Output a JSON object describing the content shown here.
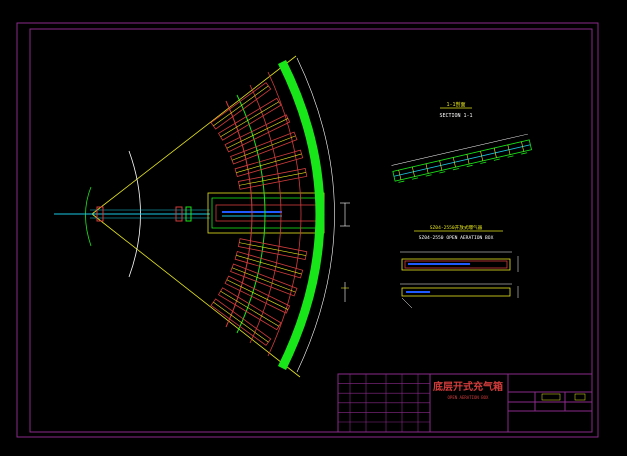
{
  "colors": {
    "background": "#000000",
    "frame": "#8a2a8a",
    "green": "#19e619",
    "red": "#d23c3c",
    "yellow": "#e6e61e",
    "white": "#ffffff",
    "blue": "#1e5aff",
    "cyan": "#19c8e6"
  },
  "section_view": {
    "title_cn": "1-1剖面",
    "title_en": "SECTION 1-1"
  },
  "box_view": {
    "title_cn": "SZ04-2550开放式曝气器",
    "title_en": "SZ04-2550 OPEN AERATION BOX"
  },
  "title_block": {
    "drawing_title": "底层开式充气箱",
    "drawing_title_en": "OPEN AERATION BOX"
  }
}
